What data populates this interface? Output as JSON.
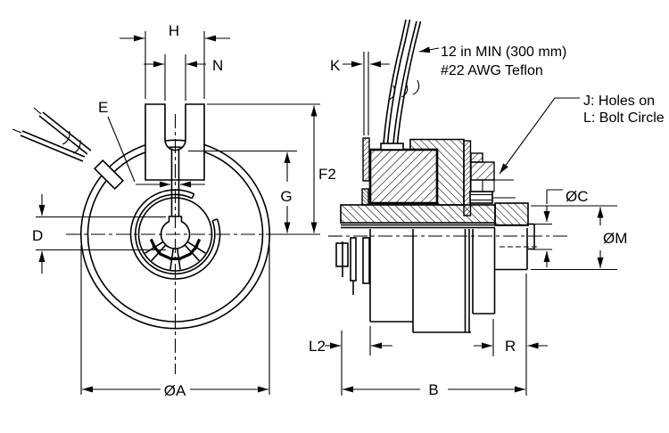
{
  "front_view": {
    "dims": {
      "H": "H",
      "N": "N",
      "E": "E",
      "D": "D",
      "G": "G",
      "F2": "F2",
      "OA": "ØA"
    }
  },
  "side_view": {
    "dims": {
      "K": "K",
      "L2": "L2",
      "B": "B",
      "R": "R",
      "OC": "ØC",
      "OM": "ØM"
    },
    "annotations": {
      "lead_wire": [
        "12 in MIN (300 mm)",
        "#22 AWG Teflon"
      ],
      "bolt_circle": [
        "J: Holes on",
        "L: Bolt Circle"
      ]
    }
  }
}
